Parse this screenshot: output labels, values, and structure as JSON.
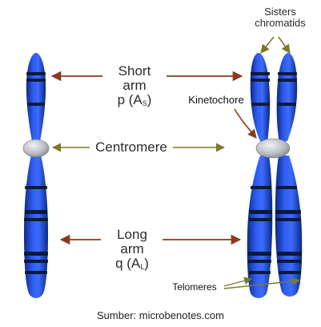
{
  "labels": {
    "sister_chromatids_line1": "Sisters",
    "sister_chromatids_line2": "chromatids",
    "short_arm_line1": "Short",
    "short_arm_line2": "arm",
    "short_arm_symbol": "p (A",
    "short_arm_subscript": "S",
    "short_arm_close": ")",
    "kinetochore": "Kinetochore",
    "centromere": "Centromere",
    "long_arm_line1": "Long",
    "long_arm_line2": "arm",
    "long_arm_symbol": "q (A",
    "long_arm_subscript": "L",
    "long_arm_close": ")",
    "telomeres": "Telomeres"
  },
  "source_caption": "Sumber: microbenotes.com",
  "colors": {
    "chromosome_blue": "#2a4fd6",
    "chromosome_dark": "#0f2a8a",
    "band": "#0b1a3a",
    "centromere_gray": "#b9bcc2",
    "arrow_red": "#8a3a1f",
    "arrow_olive": "#7a7a2a"
  }
}
